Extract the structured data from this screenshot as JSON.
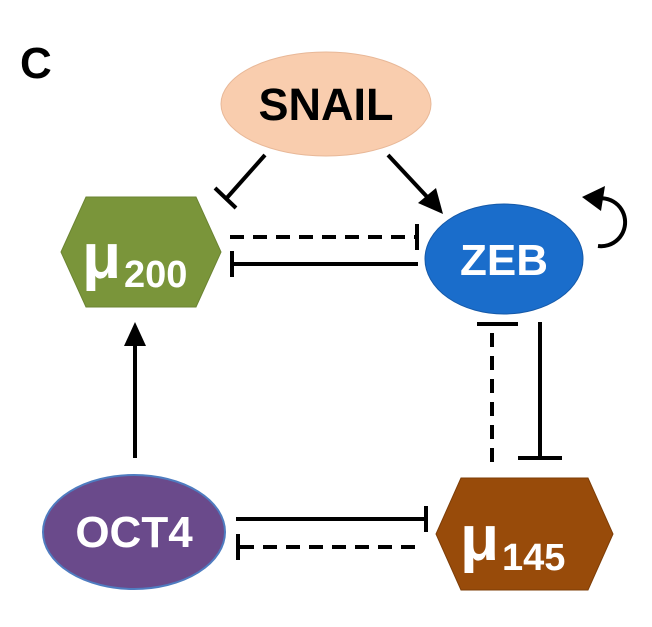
{
  "panel_label": "C",
  "nodes": {
    "snail": {
      "label": "SNAIL",
      "color": "#F9CDAE",
      "shape": "ellipse"
    },
    "zeb": {
      "label": "ZEB",
      "color": "#1A6DCB",
      "shape": "ellipse"
    },
    "mu200": {
      "symbol": "μ",
      "subscript": "200",
      "color": "#7A953A",
      "shape": "hexagon"
    },
    "oct4": {
      "label": "OCT4",
      "color": "#6A4A8B",
      "shape": "ellipse"
    },
    "mu145": {
      "symbol": "μ",
      "subscript": "145",
      "color": "#984B0A",
      "shape": "hexagon"
    }
  },
  "edges": [
    {
      "from": "SNAIL",
      "to": "μ200",
      "type": "inhibition",
      "style": "solid"
    },
    {
      "from": "SNAIL",
      "to": "ZEB",
      "type": "activation",
      "style": "solid"
    },
    {
      "from": "μ200",
      "to": "ZEB",
      "type": "inhibition",
      "style": "dashed"
    },
    {
      "from": "ZEB",
      "to": "μ200",
      "type": "inhibition",
      "style": "solid"
    },
    {
      "from": "ZEB",
      "to": "ZEB",
      "type": "self-activation",
      "style": "solid"
    },
    {
      "from": "μ145",
      "to": "ZEB",
      "type": "inhibition",
      "style": "dashed"
    },
    {
      "from": "ZEB",
      "to": "μ145",
      "type": "inhibition",
      "style": "solid"
    },
    {
      "from": "OCT4",
      "to": "μ200",
      "type": "activation",
      "style": "solid"
    },
    {
      "from": "OCT4",
      "to": "μ145",
      "type": "inhibition",
      "style": "solid"
    },
    {
      "from": "μ145",
      "to": "OCT4",
      "type": "inhibition",
      "style": "dashed"
    }
  ]
}
